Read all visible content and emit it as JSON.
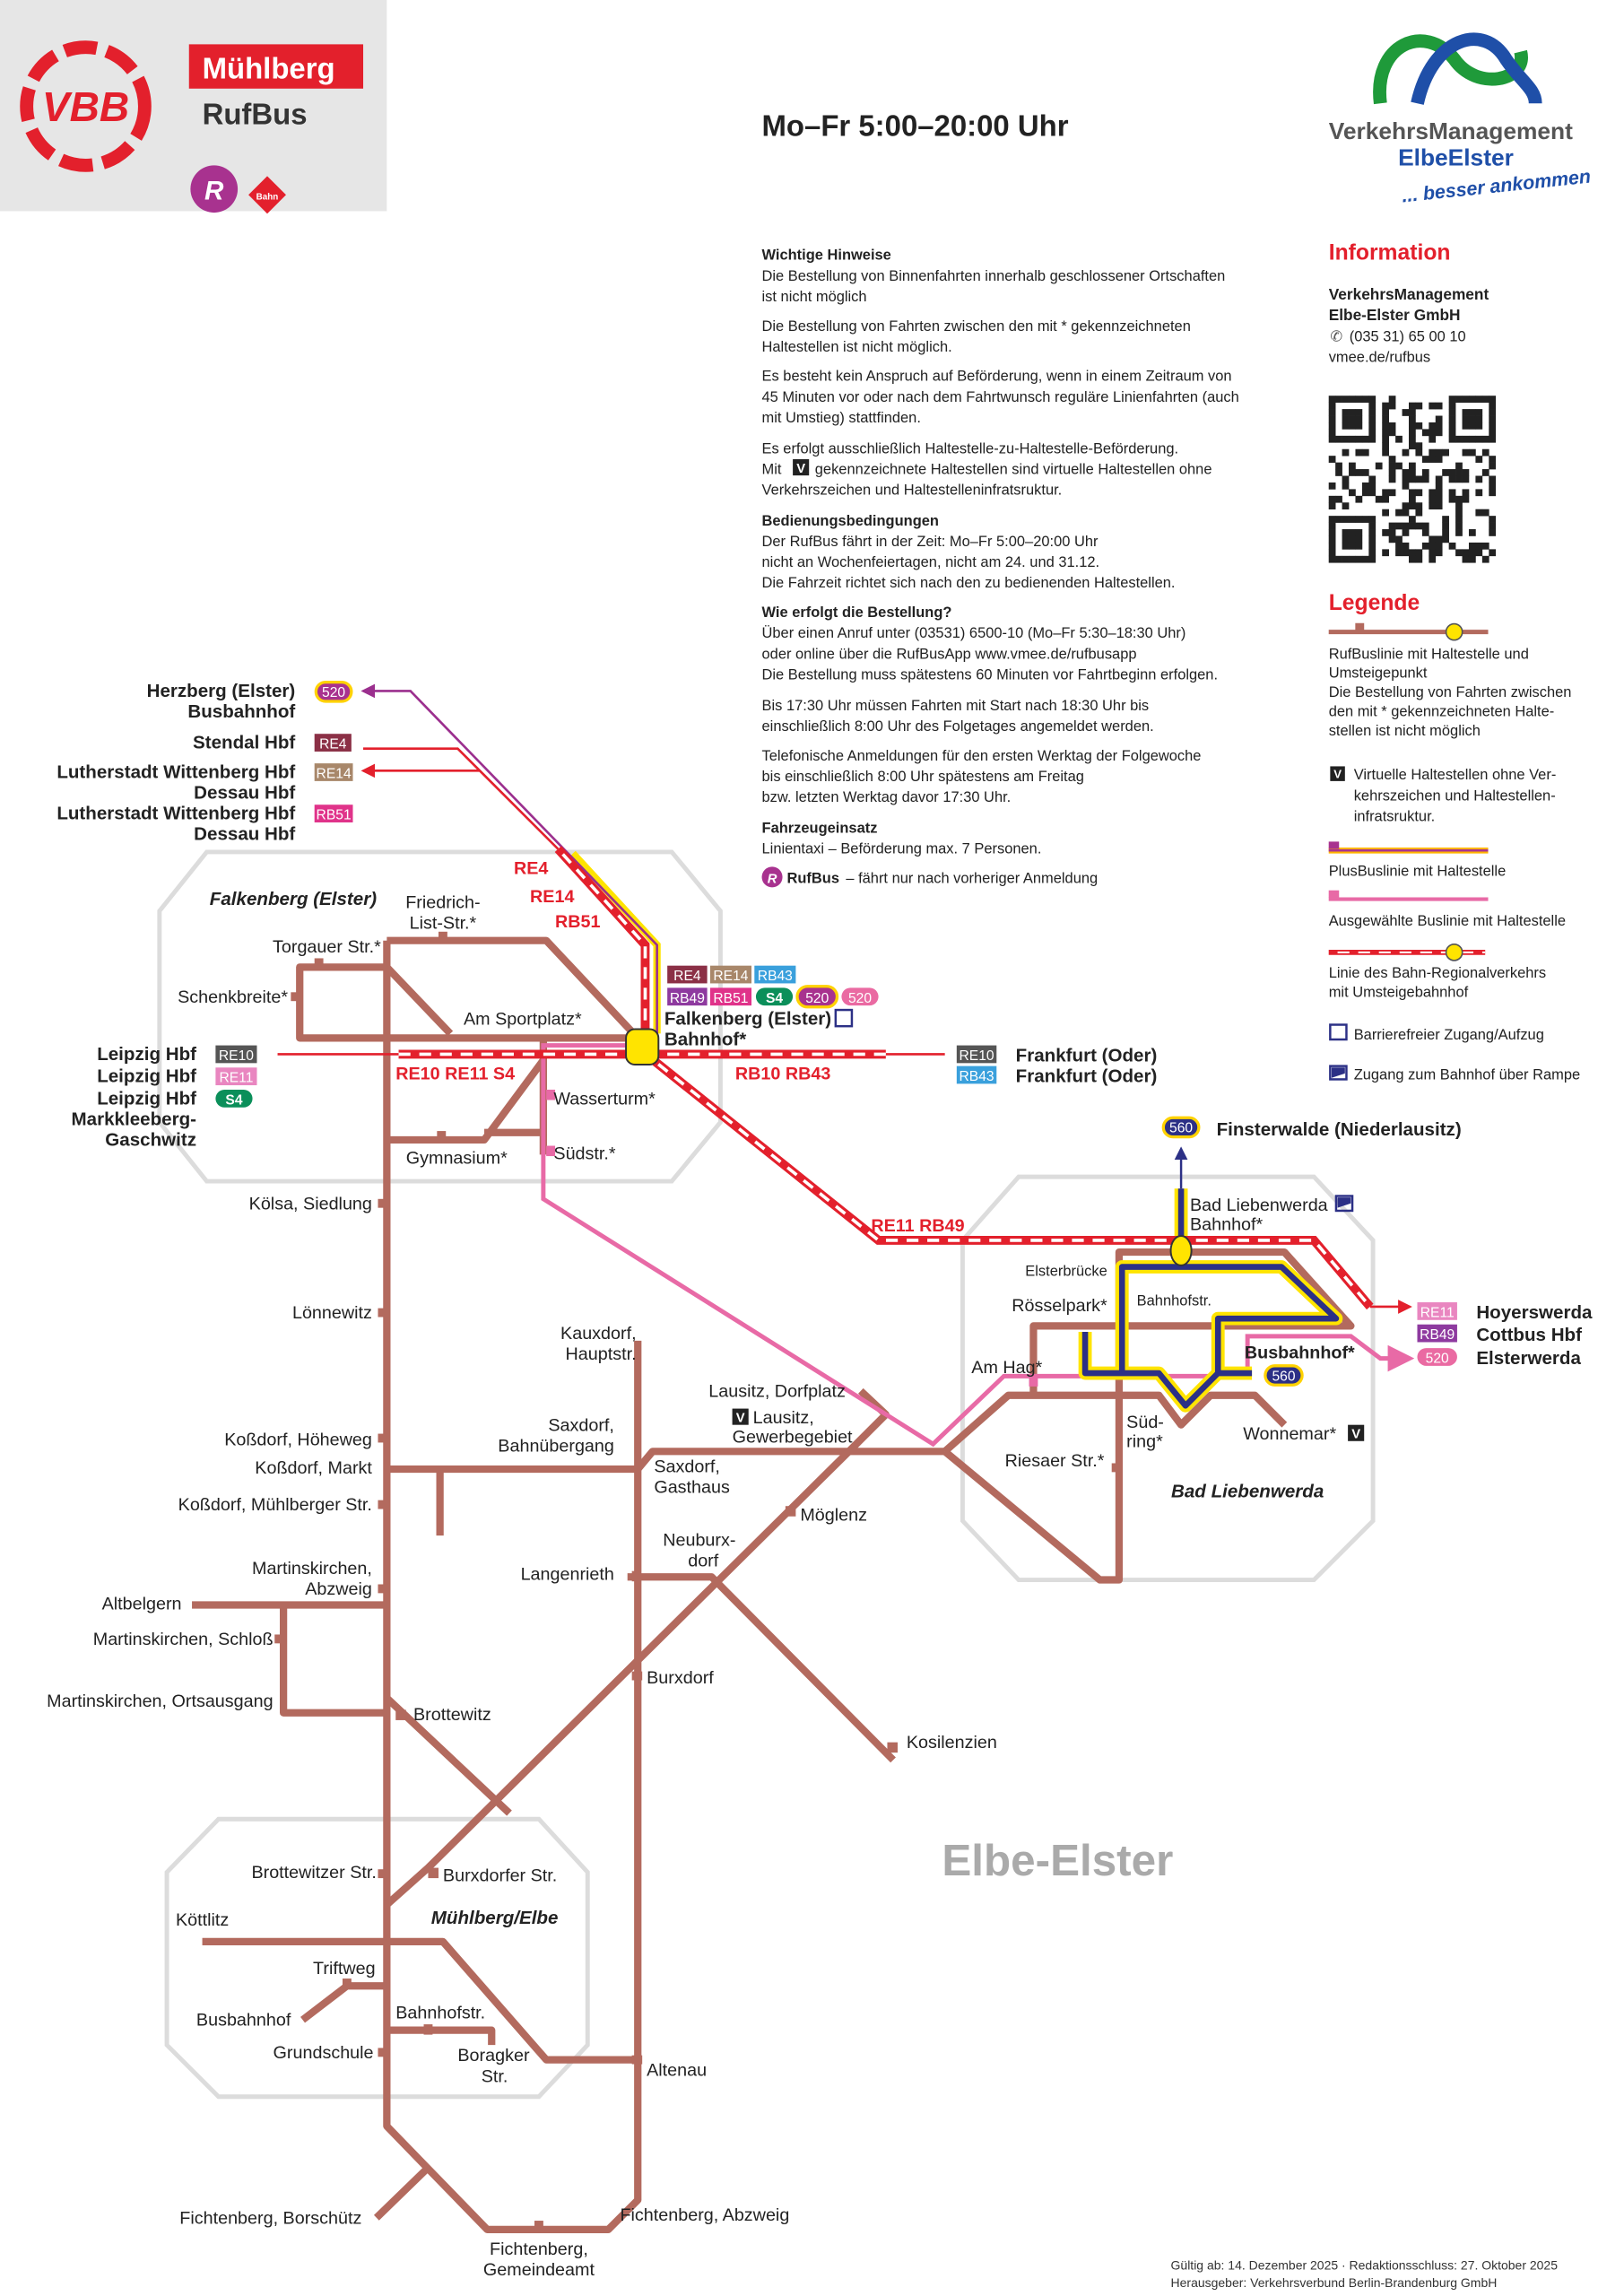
{
  "header": {
    "logo_text": "VBB",
    "place": "Mühlberg",
    "product": "RufBus",
    "schedule": "Mo–Fr 5:00–20:00 Uhr",
    "vmee_line1": "VerkehrsManagement",
    "vmee_line2": "ElbeElster",
    "vmee_slogan": "... besser ankommen",
    "bahn_logo": "Bahn",
    "rufbus_logo": "R"
  },
  "info": {
    "section1_title": "Wichtige Hinweise",
    "s1_p1": [
      "Die Bestellung von Binnenfahrten innerhalb geschlossener Ortschaften",
      "ist nicht möglich"
    ],
    "s1_p2": [
      "Die Bestellung von Fahrten zwischen den mit * gekennzeichneten",
      "Haltestellen ist nicht möglich."
    ],
    "s1_p3": [
      "Es besteht kein Anspruch auf Beförderung, wenn in einem Zeitraum von",
      "45 Minuten vor oder nach dem Fahrtwunsch reguläre Linienfahrten (auch",
      "mit Umstieg) stattfinden."
    ],
    "s1_p4": [
      "Es erfolgt ausschließlich Haltestelle-zu-Haltestelle-Beförderung.",
      "Mit",
      "gekennzeichnete Haltestellen sind virtuelle Haltestellen ohne",
      "Verkehrszeichen und Haltestelleninfratsruktur."
    ],
    "virtual_marker": "V",
    "section2_title": "Bedienungsbedingungen",
    "s2_lines": [
      "Der RufBus fährt in der Zeit: Mo–Fr  5:00–20:00 Uhr",
      "nicht an Wochenfeiertagen, nicht am 24. und 31.12.",
      "Die Fahrzeit richtet sich nach den zu bedienenden Haltestellen."
    ],
    "section3_title": "Wie erfolgt die Bestellung?",
    "s3_p1": [
      "Über einen Anruf unter (03531) 6500-10 (Mo–Fr 5:30–18:30 Uhr)",
      "oder online über die RufBusApp www.vmee.de/rufbusapp",
      "Die Bestellung muss spätestens 60 Minuten vor Fahrtbeginn erfolgen."
    ],
    "s3_p2": [
      "Bis 17:30 Uhr müssen Fahrten mit Start nach 18:30 Uhr bis",
      "einschließlich 8:00 Uhr des Folgetages angemeldet werden."
    ],
    "s3_p3": [
      "Telefonische Anmeldungen für den ersten Werktag der Folgewoche",
      "bis einschließlich 8:00 Uhr spätestens am Freitag",
      "bzw. letzten Werktag davor 17:30 Uhr."
    ],
    "section4_title": "Fahrzeugeinsatz",
    "s4_line": "Linientaxi – Beförderung max. 7 Personen.",
    "rufbus_label": "RufBus",
    "rufbus_note": "– fährt nur nach vorheriger Anmeldung"
  },
  "contact": {
    "title": "Information",
    "lines": [
      "VerkehrsManagement",
      "Elbe-Elster GmbH"
    ],
    "phone": "(035 31) 65 00 10",
    "url": "vmee.de/rufbus"
  },
  "legend": {
    "title": "Legende",
    "rufbus": [
      "RufBuslinie mit Haltestelle und",
      "Umsteigepunkt",
      "Die Bestellung von Fahrten zwischen",
      "den mit * gekennzeichneten Halte-",
      "stellen ist nicht möglich"
    ],
    "virtual": [
      "Virtuelle Haltestellen ohne Ver-",
      "kehrszeichen und Haltestellen-",
      "infratsruktur."
    ],
    "plusbus": "PlusBuslinie mit Haltestelle",
    "selected_bus": "Ausgewählte Buslinie mit Haltestelle",
    "rail": [
      "Linie des Bahn-Regionalverkehrs",
      "mit Umsteigebahnhof"
    ],
    "barrier_free": "Barrierefreier Zugang/Aufzug",
    "ramp": "Zugang zum Bahnhof über Rampe"
  },
  "colors": {
    "rufbus": "#b36a5e",
    "rail": "#e3202c",
    "plusbus": "#2c3086",
    "bus520": "#e86aa6",
    "hub": "#ffe400",
    "accent": "#e3202c"
  },
  "map": {
    "areas": {
      "falkenberg": "Falkenberg (Elster)",
      "bad_liebenwerda": "Bad Liebenwerda",
      "muehlberg": "Mühlberg/Elbe",
      "region": "Elbe-Elster"
    },
    "line_labels": {
      "north": [
        "RE4",
        "RE14",
        "RB51"
      ],
      "west": "RE10 RE11 S4",
      "east": "RB10 RB43",
      "southeast": "RE11 RB49"
    },
    "hub": {
      "name": "Falkenberg (Elster)",
      "sub": "Bahnhof*",
      "badges": [
        "RE4",
        "RE14",
        "RB43",
        "RB49",
        "RB51",
        "S4",
        "520",
        "520"
      ]
    },
    "destinations_left": [
      {
        "name": "Herzberg (Elster)",
        "name2": "Busbahnhof",
        "line": "520"
      },
      {
        "name": "Stendal Hbf",
        "line": "RE4"
      },
      {
        "name": "Lutherstadt Wittenberg Hbf",
        "line": "RE14"
      },
      {
        "name": "Dessau Hbf"
      },
      {
        "name": "Lutherstadt Wittenberg Hbf",
        "line": "RB51"
      },
      {
        "name": "Dessau Hbf"
      },
      {
        "name": "Leipzig Hbf",
        "line": "RE10"
      },
      {
        "name": "Leipzig Hbf",
        "line": "RE11"
      },
      {
        "name": "Leipzig Hbf",
        "line": "S4"
      },
      {
        "name": "Markkleeberg-",
        "name2": "Gaschwitz"
      }
    ],
    "destinations_right": [
      {
        "name": "Frankfurt (Oder)",
        "line": "RE10"
      },
      {
        "name": "Frankfurt (Oder)",
        "line": "RB43"
      },
      {
        "name": "Finsterwalde (Niederlausitz)",
        "line": "560"
      },
      {
        "name": "Hoyerswerda",
        "line": "RE11"
      },
      {
        "name": "Cottbus Hbf",
        "line": "RB49"
      },
      {
        "name": "Elsterwerda",
        "line": "520"
      }
    ],
    "stops": [
      "Friedrich-",
      "List-Str.*",
      "Torgauer Str.*",
      "Schenkbreite*",
      "Am Sportplatz*",
      "Wasserturm*",
      "Südstr.*",
      "Gymnasium*",
      "Kölsa, Siedlung",
      "Lönnewitz",
      "Kauxdorf,",
      "Hauptstr.",
      "Lausitz, Dorfplatz",
      "Lausitz,",
      "Gewerbegebiet",
      "Saxdorf,",
      "Bahnübergang",
      "Koßdorf, Höheweg",
      "Koßdorf, Markt",
      "Koßdorf, Mühlberger Str.",
      "Saxdorf,",
      "Gasthaus",
      "Möglenz",
      "Neuburx-",
      "dorf",
      "Langenrieth",
      "Martinskirchen,",
      "Abzweig",
      "Altbelgern",
      "Martinskirchen, Schloß",
      "Martinskirchen, Ortsausgang",
      "Burxdorf",
      "Brottewitz",
      "Kosilenzien",
      "Brottewitzer Str.",
      "Burxdorfer Str.",
      "Köttlitz",
      "Triftweg",
      "Busbahnhof",
      "Bahnhofstr.",
      "Grundschule",
      "Boragker",
      "Str.",
      "Altenau",
      "Fichtenberg, Borschütz",
      "Fichtenberg, Abzweig",
      "Fichtenberg,",
      "Gemeindeamt",
      "Bad Liebenwerda",
      "Bahnhof*",
      "Elsterbrücke",
      "Bahnhofstr.",
      "Rösselpark*",
      "Am Hag*",
      "Busbahnhof*",
      "Süd-",
      "ring*",
      "Riesaer Str.*",
      "Wonnemar*"
    ]
  },
  "footer": {
    "line1": "Gültig ab: 14. Dezember 2025 · Redaktionsschluss: 27. Oktober 2025",
    "line2": "Herausgeber: Verkehrsverbund Berlin-Brandenburg GmbH"
  }
}
